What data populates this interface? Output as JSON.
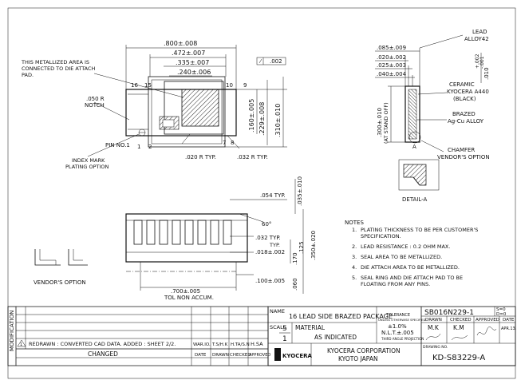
{
  "plan": {
    "dims": [
      ".800±.008",
      ".472±.007",
      ".335±.007",
      ".240±.006"
    ],
    "vdims": [
      ".160±.005",
      ".229±.008",
      ".310±.010"
    ],
    "flatness": ".002",
    "metal_note": [
      "THIS METALLIZED AREA IS",
      "CONNECTED TO DIE ATTACH",
      "PAD."
    ],
    "notch": [
      ".050 R",
      "NOTCH"
    ],
    "pin_numbers": [
      "16",
      "15",
      "10",
      "9",
      "1",
      "2",
      "7",
      "8"
    ],
    "pin_no": "PIN NO.1",
    "index_mark": [
      "INDEX MARK",
      "PLATING OPTION"
    ],
    "radius_a": ".020 R TYP.",
    "radius_b": ".032 R TYP."
  },
  "side": {
    "dims": [
      ".085±.009",
      ".020±.002",
      ".025±.003",
      ".040±.004"
    ],
    "vdim_main": [
      ".300±.010",
      "(AT STAND OFF)"
    ],
    "vdim_right": [
      ".010",
      "+.002",
      "-.001"
    ],
    "lead": [
      "LEAD",
      "ALLOY42"
    ],
    "ceramic": [
      "CERAMIC",
      "KYOCERA A440",
      "(BLACK)"
    ],
    "brazed": [
      "BRAZED",
      "Ag-Cu ALLOY"
    ],
    "chamfer": [
      "CHAMFER",
      "VENDOR'S OPTION"
    ],
    "section_mark": "A",
    "detail": "DETAIL-A"
  },
  "front": {
    "dims": [
      ".054 TYP.",
      ".035±.010",
      ".032 TYP.",
      "TYP.",
      ".018±.002",
      ".125",
      ".170",
      ".350±.020",
      ".100±.005",
      ".060",
      ".700±.005",
      "TOL NON ACCUM."
    ],
    "angle": "60°",
    "vendors_option": "VENDOR'S OPTION"
  },
  "notes": {
    "heading": "NOTES",
    "items": [
      [
        "1.",
        "PLATING THICKNESS TO BE PER CUSTOMER'S",
        "SPECIFICATION."
      ],
      [
        "2.",
        "LEAD RESISTANCE : 0.2 OHM MAX."
      ],
      [
        "3.",
        "SEAL AREA TO BE METALLIZED."
      ],
      [
        "4.",
        "DIE ATTACH AREA TO BE METALLIZED."
      ],
      [
        "5.",
        "SEAL RING AND DIE ATTACH PAD TO BE",
        "FLOATING FROM ANY PINS."
      ]
    ]
  },
  "title_block": {
    "modification_label": "MODIFICATION",
    "rev_mark": "1",
    "rev_text": "REDRAWN : CONVERTED CAD DATA. ADDED : SHEET 2/2.",
    "rev_date": "WAR.IO.",
    "rev_drawn": "T.S/H.K",
    "rev_checked": "H.TA/S.N",
    "rev_approved": "H.SA",
    "changed": "CHANGED",
    "col_date": "DATE",
    "col_drawn": "DRAWN",
    "col_checked": "CHECKED",
    "col_approved": "APPROVED",
    "name_label": "NAME",
    "name_value": "16 LEAD SIDE BRAZED PACKAGE",
    "scale_label": "SCALE",
    "scale_num": "5",
    "scale_den": "1",
    "material_label": "MATERIAL",
    "material_value": "AS INDICATED",
    "tol_label": "TOLERANCE",
    "tol_sub": "UNLESS OTHERWISE SPECIFIED",
    "tol_1": "±1.0%",
    "tol_2": "N.L.T.±.005",
    "tol_3": "THIRD ANGLE PROJECTION",
    "brand": "KYOCERA",
    "company_1": "KYOCERA CORPORATION",
    "company_2": "KYOTO JAPAN",
    "part_number": "SB016N229-1",
    "sheet_1": "S=0",
    "sheet_2": "D=0",
    "hdr_drawn": "DRAWN",
    "hdr_checked": "CHECKED",
    "hdr_approved": "APPROVED",
    "hdr_date": "DATE",
    "sig_drawn": "M.K",
    "sig_checked": "K.M",
    "date_value": "APR.13.",
    "drawing_no_label": "DRAWING NO.",
    "drawing_no": "KD-S83229-A"
  }
}
